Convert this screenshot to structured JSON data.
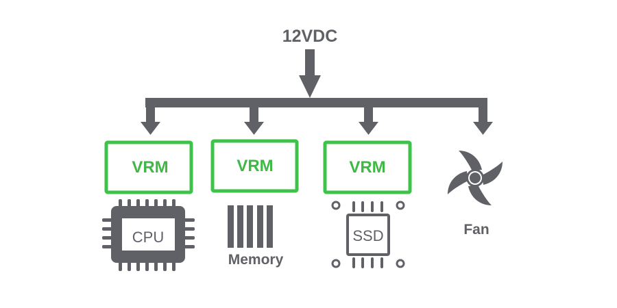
{
  "colors": {
    "wire": "#5f6166",
    "vrm_border": "#3fc24a",
    "vrm_text": "#3fb845",
    "icon": "#5f6166",
    "background": "#ffffff"
  },
  "source": {
    "label": "12VDC"
  },
  "branches": [
    {
      "id": "cpu",
      "vrm_label": "VRM",
      "device_label": "CPU",
      "icon": "cpu-chip-icon"
    },
    {
      "id": "memory",
      "vrm_label": "VRM",
      "device_label": "Memory",
      "icon": "memory-module-icon"
    },
    {
      "id": "ssd",
      "vrm_label": "VRM",
      "device_label": "SSD",
      "icon": "ssd-chip-icon"
    },
    {
      "id": "fan",
      "vrm_label": null,
      "device_label": "Fan",
      "icon": "fan-icon"
    }
  ]
}
